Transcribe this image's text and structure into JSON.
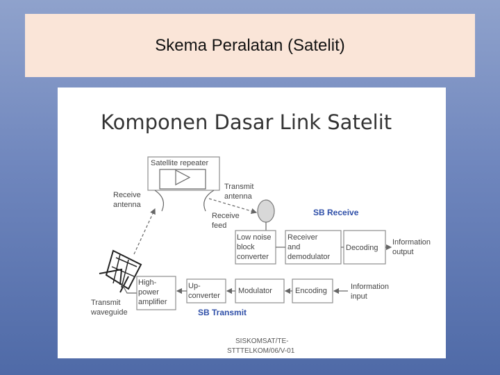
{
  "slide": {
    "title": "Skema Peralatan (Satelit)"
  },
  "diagram": {
    "heading": "Komponen Dasar Link Satelit",
    "satellite_repeater": "Satellite repeater",
    "receive_antenna": [
      "Receive",
      "antenna"
    ],
    "transmit_antenna": [
      "Transmit",
      "antenna"
    ],
    "receive_feed": [
      "Receive",
      "feed"
    ],
    "sb_receive": "SB Receive",
    "sb_transmit": "SB Transmit",
    "lnb": [
      "Low noise",
      "block",
      "converter"
    ],
    "receiver": [
      "Receiver",
      "and",
      "demodulator"
    ],
    "decoding": "Decoding",
    "information_output": [
      "Information",
      "output"
    ],
    "hpa": [
      "High-",
      "power",
      "amplifier"
    ],
    "upconverter": [
      "Up-",
      "converter"
    ],
    "modulator": "Modulator",
    "encoding": "Encoding",
    "information_input": [
      "Information",
      "input"
    ],
    "transmit_waveguide": [
      "Transmit",
      "waveguide"
    ],
    "footer": [
      "SISKOMSAT/TE-",
      "STTTELKOM/06/V-01"
    ]
  }
}
